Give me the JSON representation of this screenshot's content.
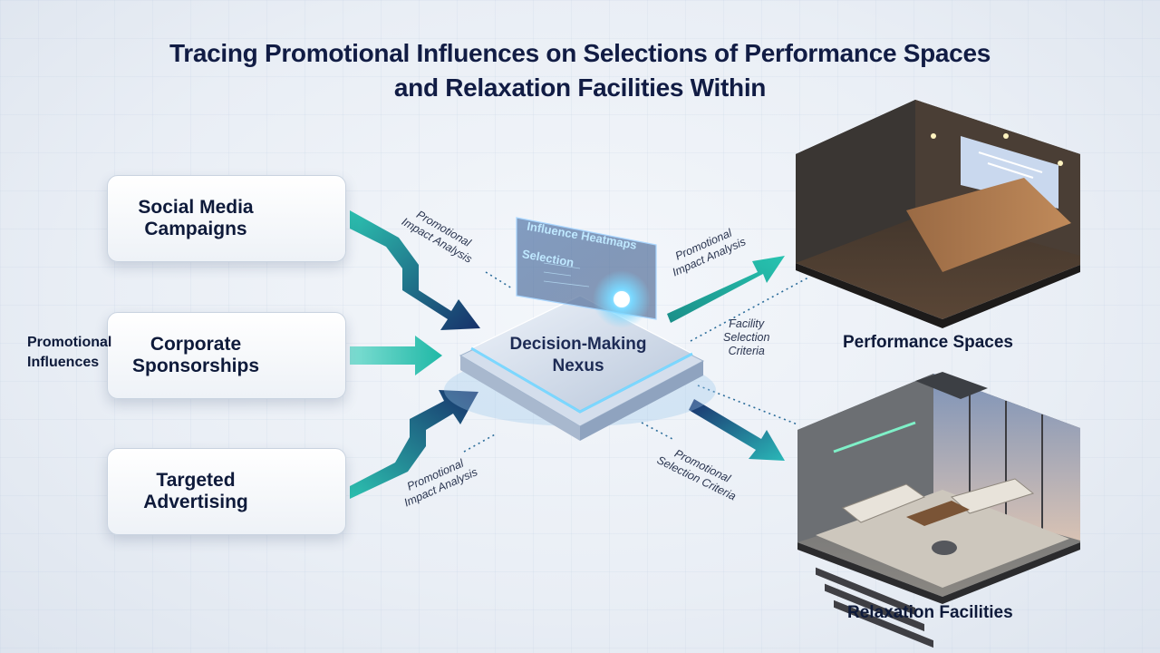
{
  "title": {
    "line1": "Tracing Promotional Influences on Selections of Performance Spaces",
    "line2": "and Relaxation Facilities Within"
  },
  "side_label": {
    "line1": "Promotional",
    "line2": "Influences"
  },
  "sources": [
    {
      "line1": "Social Media",
      "line2": "Campaigns",
      "icon": "megaphone-icon"
    },
    {
      "line1": "Corporate",
      "line2": "Sponsorships",
      "icon": "hands-dollar-icon"
    },
    {
      "line1": "Targeted",
      "line2": "Advertising",
      "icon": "target-map-icon"
    }
  ],
  "hub": {
    "line1": "Decision-Making",
    "line2": "Nexus",
    "panel_line1": "Influence Heatmaps",
    "panel_line2": "Selection"
  },
  "annotations": {
    "top_left": {
      "line1": "Promotional",
      "line2": "Impact Analysis"
    },
    "bottom_left": {
      "line1": "Promotional",
      "line2": "Impact Analysis"
    },
    "top_right": {
      "line1": "Promotional",
      "line2": "Impact Analysis"
    },
    "facility_criteria": {
      "line1": "Facility",
      "line2": "Selection",
      "line3": "Criteria"
    },
    "bottom_right": {
      "line1": "Promotional",
      "line2": "Selection Criteria"
    }
  },
  "destinations": [
    {
      "label": "Performance Spaces"
    },
    {
      "label": "Relaxation Facilities"
    }
  ],
  "colors": {
    "teal": "#21b7a8",
    "navy": "#16295f",
    "title": "#111c44"
  }
}
